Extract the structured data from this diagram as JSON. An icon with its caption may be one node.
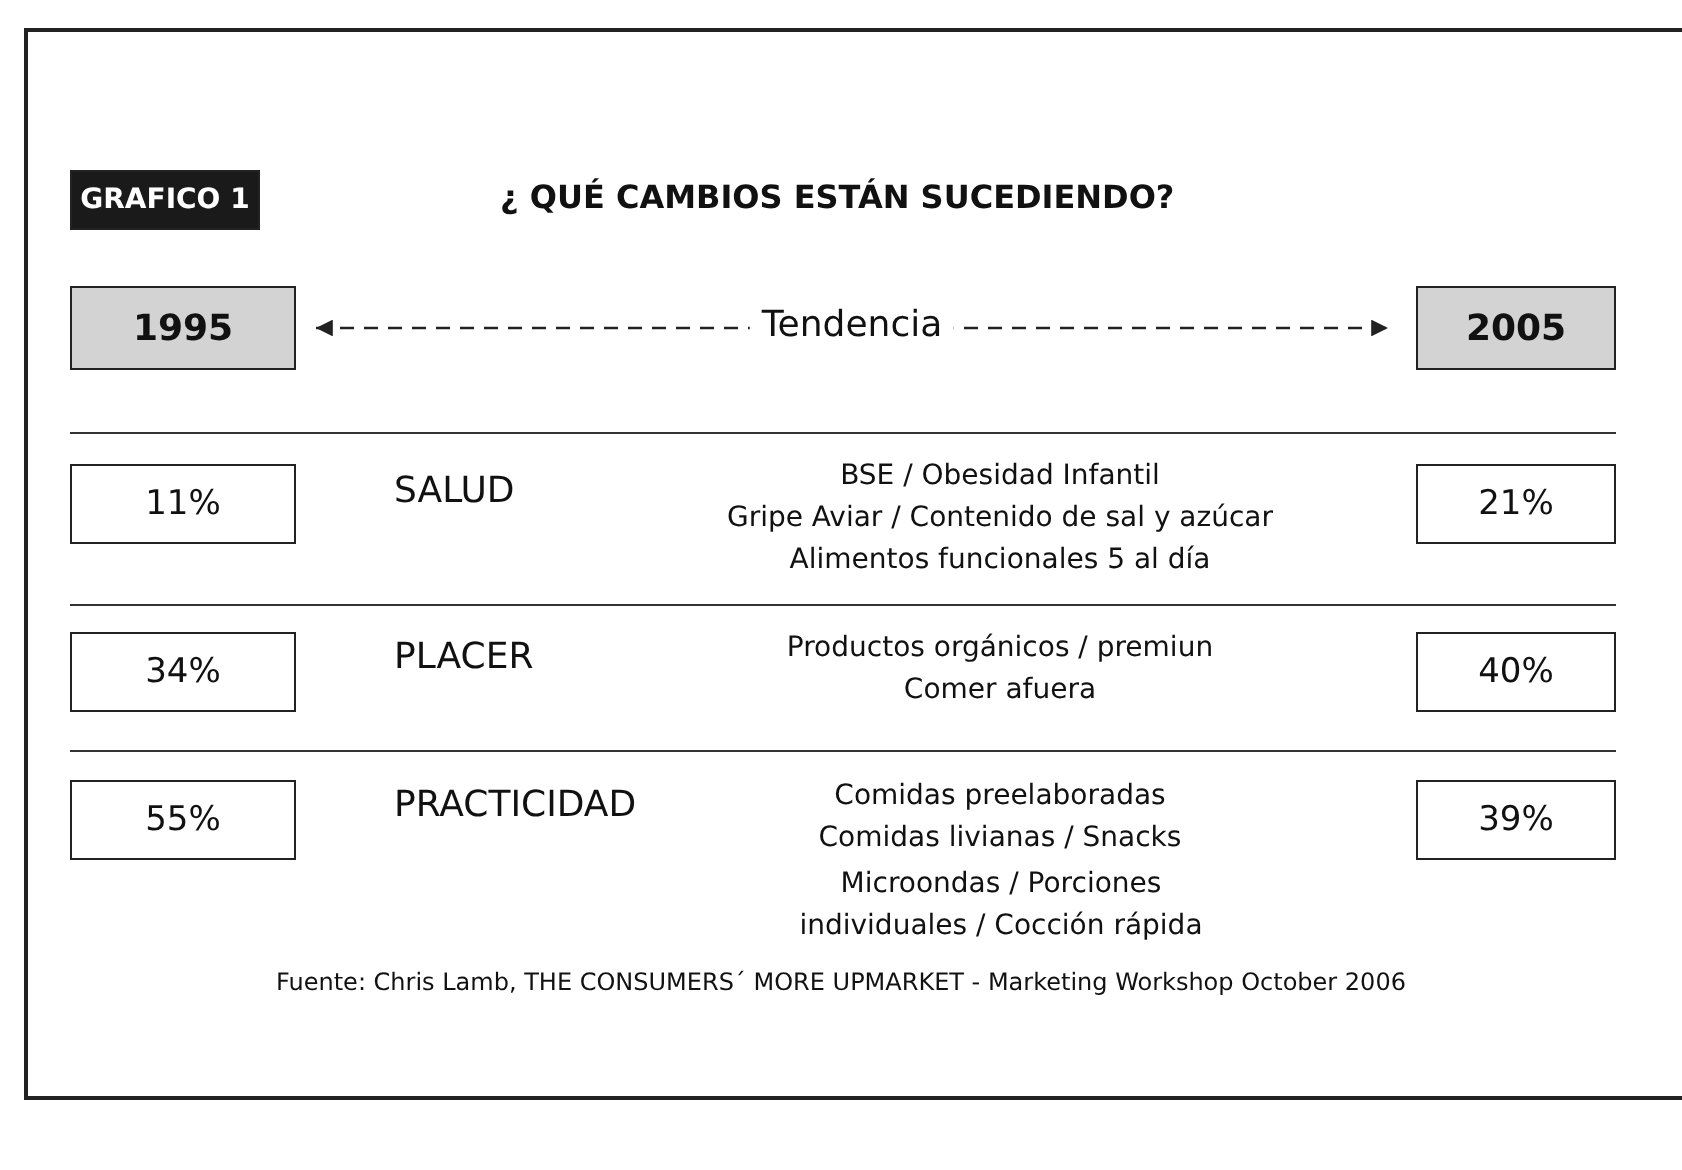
{
  "diagram": {
    "title": "¿ QUÉ CAMBIOS ESTÁN SUCEDIENDO?",
    "caption": "Fuente: Chris Lamb, THE CONSUMERS´ MORE UPMARKET - Marketing Workshop October 2006",
    "nodes": [
      {
        "text": [
          "GRAFICO 1"
        ]
      },
      {
        "text": [
          "1995"
        ]
      },
      {
        "text": [
          "2005"
        ]
      },
      {
        "text": [
          "11%"
        ]
      },
      {
        "text": [
          "21%"
        ]
      },
      {
        "text": [
          "34%"
        ]
      },
      {
        "text": [
          "40%"
        ]
      },
      {
        "text": [
          "55%"
        ]
      },
      {
        "text": [
          "39%"
        ]
      }
    ],
    "edges": [
      {
        "from": 1,
        "to": 2,
        "arrow": "both",
        "style": "dashed",
        "label": "Tendencia"
      }
    ],
    "labels": [
      "SALUD",
      "BSE / Obesidad Infantil",
      "Gripe Aviar / Contenido de sal y azúcar",
      "Alimentos funcionales 5 al día",
      "PLACER",
      "Productos orgánicos / premiun",
      "Comer afuera",
      "PRACTICIDAD",
      "Comidas preelaboradas",
      "Comidas livianas / Snacks",
      "Microondas / Porciones individuales / Cocción rápida"
    ]
  }
}
